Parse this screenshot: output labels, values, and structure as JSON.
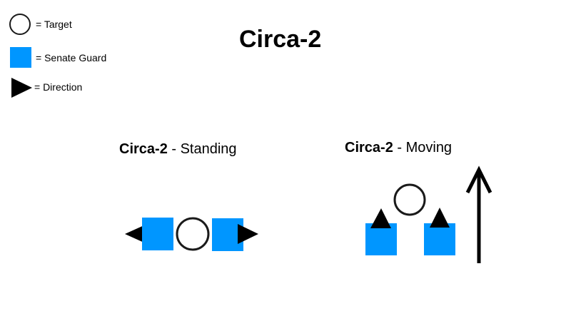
{
  "legend": {
    "items": [
      {
        "symbol": "circle-icon",
        "label": "= Target"
      },
      {
        "symbol": "square-icon",
        "label": "= Senate Guard"
      },
      {
        "symbol": "triangle-icon",
        "label": "= Direction"
      }
    ]
  },
  "title": "Circa-2",
  "panels": {
    "standing": {
      "name": "Circa-2",
      "label": " - Standing"
    },
    "moving": {
      "name": "Circa-2",
      "label": " - Moving"
    }
  },
  "colors": {
    "guard": "#0096ff",
    "target_stroke": "#1a1a1a",
    "direction": "#000000"
  }
}
